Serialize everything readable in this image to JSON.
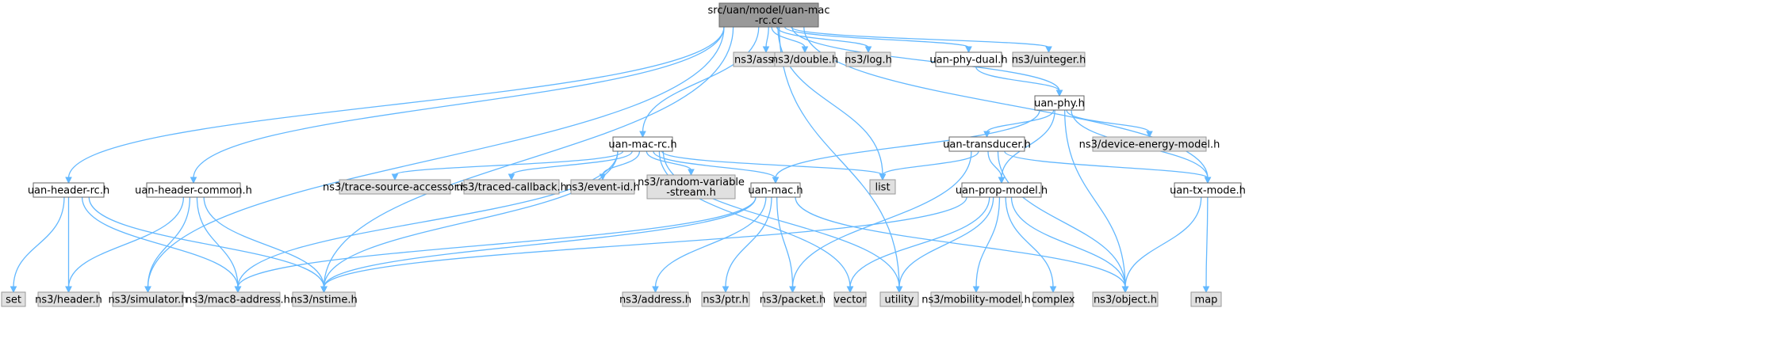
{
  "diagram": {
    "colors": {
      "root_fill": "#999999",
      "documented_fill": "#ffffff",
      "external_fill": "#e0e0e0",
      "external_border": "#999999",
      "border": "#666666",
      "edge": "#63b8ff"
    },
    "nodes": [
      {
        "id": "root",
        "lines": [
          "src/uan/model/uan-mac",
          "-rc.cc"
        ],
        "kind": "root"
      },
      {
        "id": "hdr_rc",
        "lines": [
          "uan-header-rc.h"
        ],
        "kind": "documented"
      },
      {
        "id": "hdr_common",
        "lines": [
          "uan-header-common.h"
        ],
        "kind": "documented"
      },
      {
        "id": "mac_rc_h",
        "lines": [
          "uan-mac-rc.h"
        ],
        "kind": "documented"
      },
      {
        "id": "assert",
        "lines": [
          "ns3/assert.h"
        ],
        "kind": "external"
      },
      {
        "id": "double",
        "lines": [
          "ns3/double.h"
        ],
        "kind": "external"
      },
      {
        "id": "log",
        "lines": [
          "ns3/log.h"
        ],
        "kind": "external"
      },
      {
        "id": "phy_dual",
        "lines": [
          "uan-phy-dual.h"
        ],
        "kind": "documented"
      },
      {
        "id": "uinteger",
        "lines": [
          "ns3/uinteger.h"
        ],
        "kind": "external"
      },
      {
        "id": "phy",
        "lines": [
          "uan-phy.h"
        ],
        "kind": "documented"
      },
      {
        "id": "transducer",
        "lines": [
          "uan-transducer.h"
        ],
        "kind": "documented"
      },
      {
        "id": "dev_energy",
        "lines": [
          "ns3/device-energy-model.h"
        ],
        "kind": "external"
      },
      {
        "id": "trace_src",
        "lines": [
          "ns3/trace-source-accessor.h"
        ],
        "kind": "external"
      },
      {
        "id": "traced_cb",
        "lines": [
          "ns3/traced-callback.h"
        ],
        "kind": "external"
      },
      {
        "id": "event_id",
        "lines": [
          "ns3/event-id.h"
        ],
        "kind": "external"
      },
      {
        "id": "rand_var",
        "lines": [
          "ns3/random-variable",
          "-stream.h"
        ],
        "kind": "external"
      },
      {
        "id": "mac_h",
        "lines": [
          "uan-mac.h"
        ],
        "kind": "documented"
      },
      {
        "id": "list",
        "lines": [
          "list"
        ],
        "kind": "external"
      },
      {
        "id": "prop_model",
        "lines": [
          "uan-prop-model.h"
        ],
        "kind": "documented"
      },
      {
        "id": "tx_mode",
        "lines": [
          "uan-tx-mode.h"
        ],
        "kind": "documented"
      },
      {
        "id": "set",
        "lines": [
          "set"
        ],
        "kind": "external"
      },
      {
        "id": "header",
        "lines": [
          "ns3/header.h"
        ],
        "kind": "external"
      },
      {
        "id": "simulator",
        "lines": [
          "ns3/simulator.h"
        ],
        "kind": "external"
      },
      {
        "id": "mac8",
        "lines": [
          "ns3/mac8-address.h"
        ],
        "kind": "external"
      },
      {
        "id": "nstime",
        "lines": [
          "ns3/nstime.h"
        ],
        "kind": "external"
      },
      {
        "id": "address",
        "lines": [
          "ns3/address.h"
        ],
        "kind": "external"
      },
      {
        "id": "ptr",
        "lines": [
          "ns3/ptr.h"
        ],
        "kind": "external"
      },
      {
        "id": "packet",
        "lines": [
          "ns3/packet.h"
        ],
        "kind": "external"
      },
      {
        "id": "vector",
        "lines": [
          "vector"
        ],
        "kind": "external"
      },
      {
        "id": "utility",
        "lines": [
          "utility"
        ],
        "kind": "external"
      },
      {
        "id": "mobility",
        "lines": [
          "ns3/mobility-model.h"
        ],
        "kind": "external"
      },
      {
        "id": "complex",
        "lines": [
          "complex"
        ],
        "kind": "external"
      },
      {
        "id": "object",
        "lines": [
          "ns3/object.h"
        ],
        "kind": "external"
      },
      {
        "id": "map",
        "lines": [
          "map"
        ],
        "kind": "external"
      }
    ],
    "edges": [
      [
        "root",
        "hdr_rc"
      ],
      [
        "root",
        "hdr_common"
      ],
      [
        "root",
        "simulator"
      ],
      [
        "root",
        "nstime"
      ],
      [
        "root",
        "mac_rc_h"
      ],
      [
        "root",
        "list"
      ],
      [
        "root",
        "assert"
      ],
      [
        "root",
        "double"
      ],
      [
        "root",
        "log"
      ],
      [
        "root",
        "phy_dual"
      ],
      [
        "root",
        "uinteger"
      ],
      [
        "root",
        "utility"
      ],
      [
        "root",
        "phy"
      ],
      [
        "root",
        "tx_mode"
      ],
      [
        "phy_dual",
        "phy"
      ],
      [
        "phy",
        "transducer"
      ],
      [
        "phy",
        "dev_energy"
      ],
      [
        "phy",
        "mac_h"
      ],
      [
        "phy",
        "prop_model"
      ],
      [
        "phy",
        "object"
      ],
      [
        "phy",
        "tx_mode"
      ],
      [
        "transducer",
        "list"
      ],
      [
        "transducer",
        "prop_model"
      ],
      [
        "transducer",
        "packet"
      ],
      [
        "transducer",
        "object"
      ],
      [
        "transducer",
        "tx_mode"
      ],
      [
        "mac_rc_h",
        "trace_src"
      ],
      [
        "mac_rc_h",
        "traced_cb"
      ],
      [
        "mac_rc_h",
        "event_id"
      ],
      [
        "mac_rc_h",
        "rand_var"
      ],
      [
        "mac_rc_h",
        "mac_h"
      ],
      [
        "mac_rc_h",
        "list"
      ],
      [
        "mac_rc_h",
        "mac8"
      ],
      [
        "mac_rc_h",
        "nstime"
      ],
      [
        "mac_rc_h",
        "vector"
      ],
      [
        "mac_rc_h",
        "utility"
      ],
      [
        "hdr_rc",
        "set"
      ],
      [
        "hdr_rc",
        "header"
      ],
      [
        "hdr_rc",
        "mac8"
      ],
      [
        "hdr_rc",
        "nstime"
      ],
      [
        "hdr_common",
        "header"
      ],
      [
        "hdr_common",
        "simulator"
      ],
      [
        "hdr_common",
        "mac8"
      ],
      [
        "hdr_common",
        "nstime"
      ],
      [
        "mac_h",
        "mac8"
      ],
      [
        "mac_h",
        "nstime"
      ],
      [
        "mac_h",
        "address"
      ],
      [
        "mac_h",
        "ptr"
      ],
      [
        "mac_h",
        "packet"
      ],
      [
        "mac_h",
        "object"
      ],
      [
        "prop_model",
        "nstime"
      ],
      [
        "prop_model",
        "vector"
      ],
      [
        "prop_model",
        "utility"
      ],
      [
        "prop_model",
        "mobility"
      ],
      [
        "prop_model",
        "complex"
      ],
      [
        "prop_model",
        "object"
      ],
      [
        "tx_mode",
        "object"
      ],
      [
        "tx_mode",
        "map"
      ]
    ]
  }
}
